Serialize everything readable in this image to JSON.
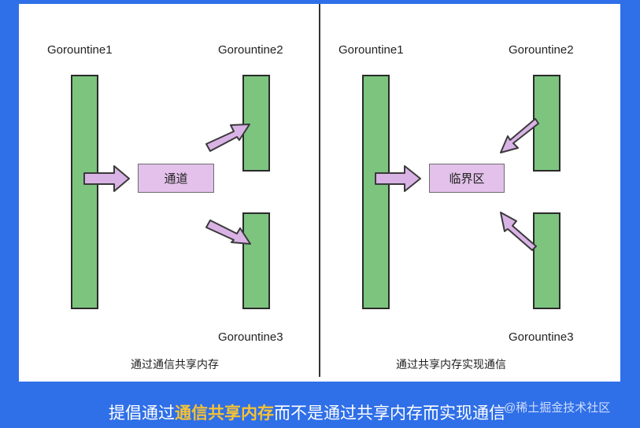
{
  "left": {
    "g1": "Gorountine1",
    "g2": "Gorountine2",
    "g3": "Gorountine3",
    "box": "通道",
    "caption": "通过通信共享内存"
  },
  "right": {
    "g1": "Gorountine1",
    "g2": "Gorountine2",
    "g3": "Gorountine3",
    "box": "临界区",
    "caption": "通过共享内存实现通信"
  },
  "banner": {
    "prefix": "提倡通过",
    "highlight": "通信共享内存",
    "suffix": "而不是通过共享内存而实现通信"
  },
  "watermark": "@稀土掘金技术社区",
  "colors": {
    "background": "#2f6fe8",
    "goroutine_bar": "#7dc47f",
    "box_fill": "#e3c1ea",
    "highlight": "#f6c233"
  }
}
